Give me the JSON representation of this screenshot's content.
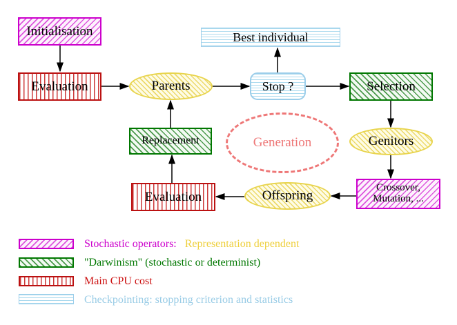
{
  "diagram": {
    "nodes": {
      "initialisation": "Initialisation",
      "evaluation_top": "Evaluation",
      "parents": "Parents",
      "best_individual": "Best individual",
      "stop": "Stop ?",
      "selection": "Selection",
      "replacement": "Replacement",
      "genitors": "Genitors",
      "generation": "Generation",
      "evaluation_bottom": "Evaluation",
      "crossover_line1": "Crossover,",
      "crossover_line2": "Mutation, ...",
      "offspring": "Offspring"
    },
    "edges": [
      "initialisation->evaluation_top",
      "evaluation_top->parents",
      "parents->stop",
      "stop->best_individual",
      "stop->selection",
      "selection->genitors",
      "genitors->crossover",
      "crossover->offspring",
      "offspring->evaluation_bottom",
      "evaluation_bottom->replacement",
      "replacement->parents"
    ]
  },
  "legend": {
    "items": [
      {
        "swatch": "magenta-diagonal-hatch",
        "label": "Stochastic operators:",
        "label2": "Representation dependent",
        "label_color": "#cc00cc",
        "label2_color": "#eecf3c"
      },
      {
        "swatch": "green-diagonal-hatch",
        "label": "\"Darwinism\" (stochastic or determinist)",
        "label_color": "#007700"
      },
      {
        "swatch": "red-vertical-stripes",
        "label": "Main CPU cost",
        "label_color": "#cc1111"
      },
      {
        "swatch": "blue-horizontal-stripes",
        "label": "Checkpointing: stopping criterion and statistics",
        "label_color": "#99cce6"
      }
    ]
  },
  "colors": {
    "magenta": "#cc00cc",
    "green": "#007700",
    "red": "#bb1111",
    "light_blue": "#9cceea",
    "yellow": "#e8d44c",
    "salmon": "#ee7777",
    "arrow": "#000000",
    "background": "#ffffff"
  }
}
